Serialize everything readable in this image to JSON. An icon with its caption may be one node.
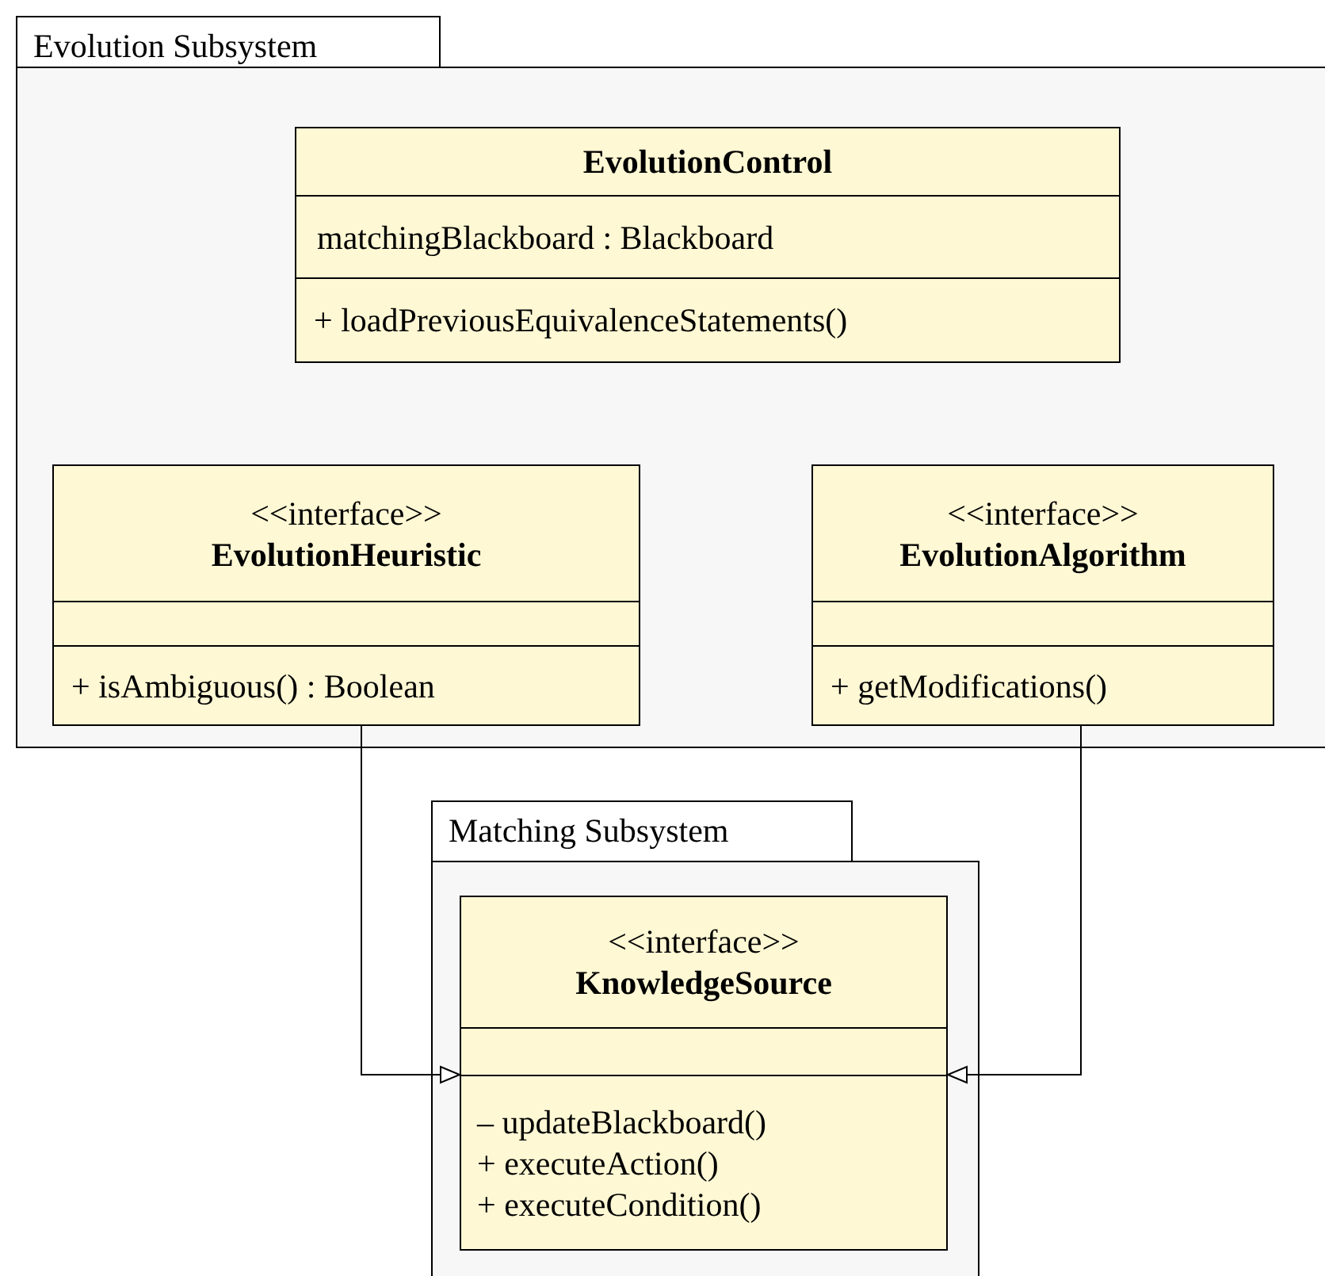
{
  "diagram": {
    "nodes": [
      {
        "text": [
          "Evolution Subsystem"
        ]
      },
      {
        "text": [
          "EvolutionControl",
          "matchingBlackboard : Blackboard",
          "+ loadPreviousEquivalenceStatements()"
        ],
        "in": 0
      },
      {
        "text": [
          "<<interface>>",
          "EvolutionHeuristic",
          "+ isAmbiguous() : Boolean"
        ],
        "in": 0
      },
      {
        "text": [
          "<<interface>>",
          "EvolutionAlgorithm",
          "+ getModifications()"
        ],
        "in": 0
      },
      {
        "text": [
          "Matching Subsystem"
        ]
      },
      {
        "text": [
          "<<interface>>",
          "KnowledgeSource",
          "– updateBlackboard()",
          "+ executeAction()",
          "+ executeCondition()"
        ],
        "in": 4
      }
    ],
    "edges": [
      {
        "from": 2,
        "to": 5,
        "arrow": "to"
      },
      {
        "from": 3,
        "to": 5,
        "arrow": "to"
      }
    ]
  }
}
